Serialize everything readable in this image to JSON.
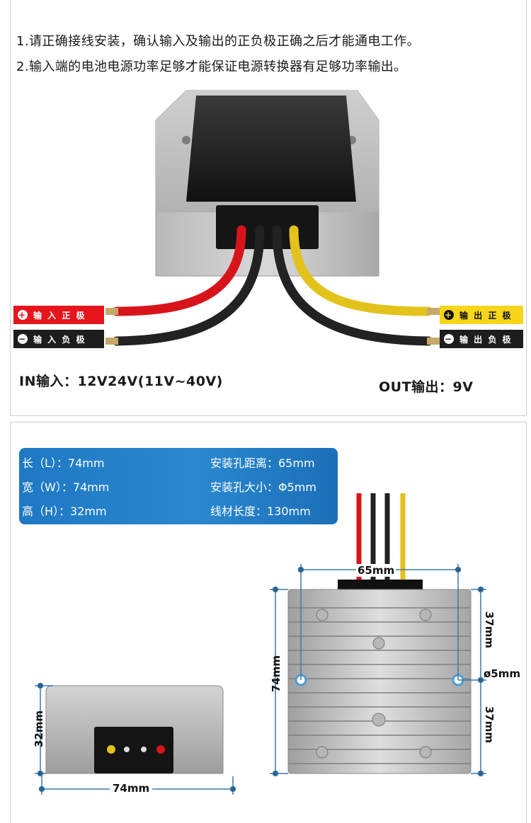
{
  "notes": {
    "line1": "1.请正确接线安装，确认输入及输出的正负极正确之后才能通电工作。",
    "line2": "2.输入端的电池电源功率足够才能保证电源转换器有足够功率输出。"
  },
  "wire_tags": {
    "input_positive": {
      "symbol": "+",
      "label": "输 入 正 极",
      "color": "#e4161c"
    },
    "input_negative": {
      "symbol": "−",
      "label": "输 入 负 极",
      "color": "#1d1d1d"
    },
    "output_positive": {
      "symbol": "+",
      "label": "输 出 正 极",
      "color": "#f6d51b"
    },
    "output_negative": {
      "symbol": "−",
      "label": "输 出 负 极",
      "color": "#1d1d1d"
    }
  },
  "io": {
    "input": "IN输入：12V24V(11V~40V)",
    "output": "OUT输出：9V"
  },
  "specs": {
    "length": "长（L）：74mm",
    "width": "宽（W）：74mm",
    "height": "高（H）：32mm",
    "hole_distance": "安装孔距离：65mm",
    "hole_size": "安装孔大小：Φ5mm",
    "wire_length": "线材长度：130mm"
  },
  "dimensions": {
    "top_width": "65mm",
    "top_height": "74mm",
    "half_top": "37mm",
    "hole": "ø5mm",
    "half_bottom": "37mm",
    "side_height": "32mm",
    "side_width": "74mm"
  }
}
